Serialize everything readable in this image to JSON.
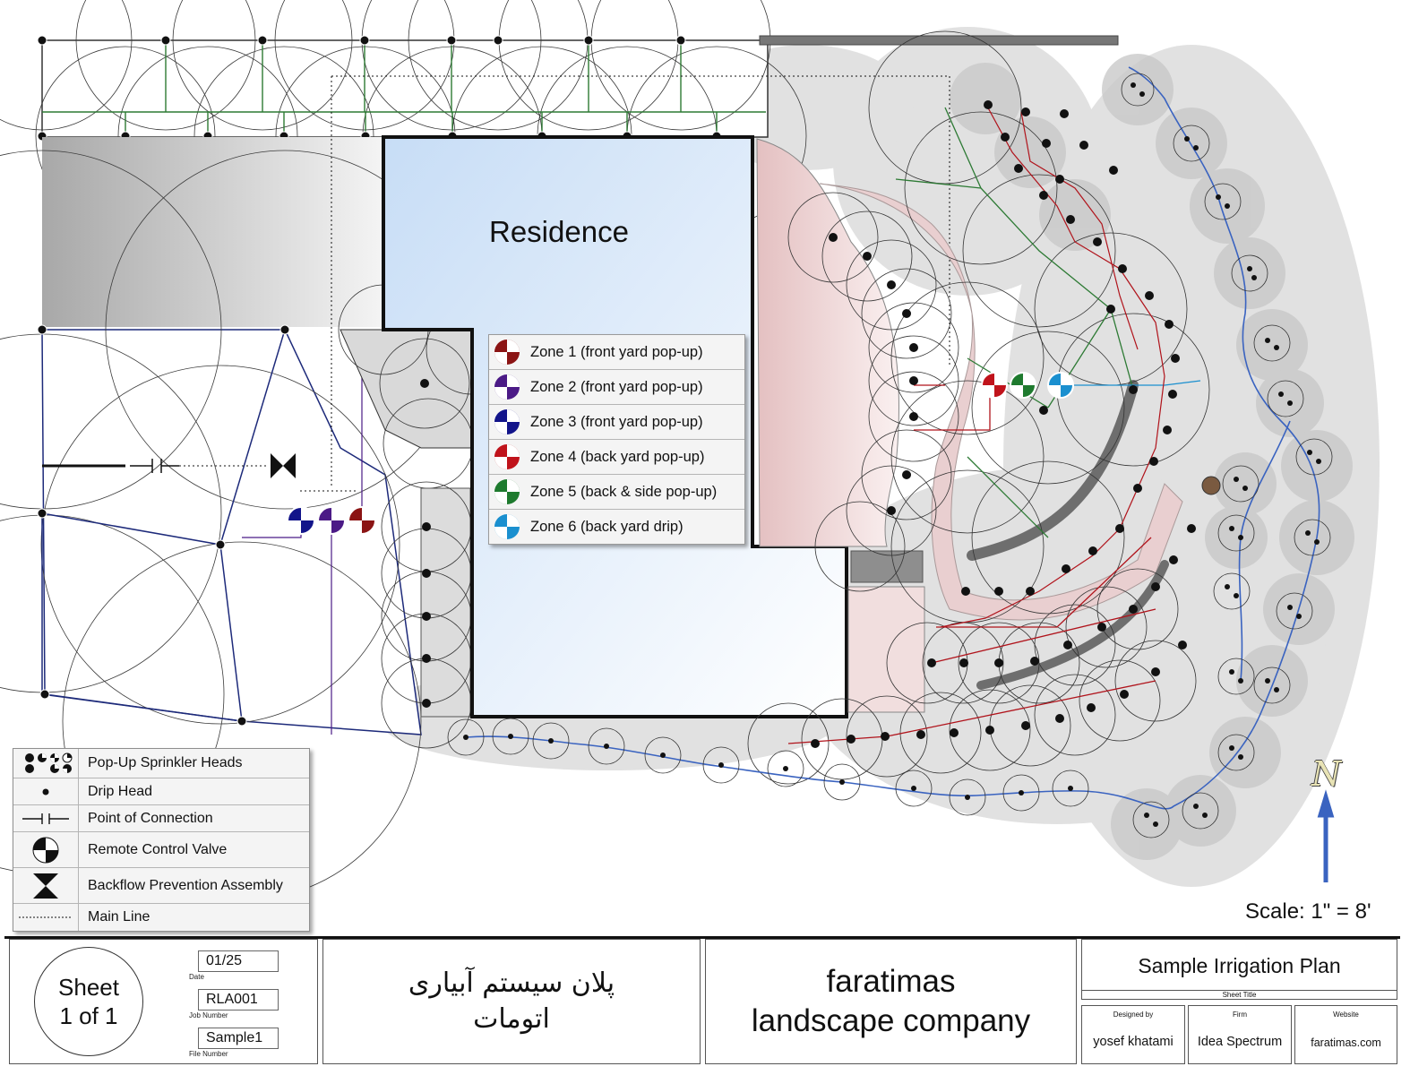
{
  "plan": {
    "residence_label": "Residence",
    "scale_label": "Scale: 1\" = 8'",
    "north_letter": "N"
  },
  "zone_legend": [
    {
      "label": "Zone 1 (front yard pop-up)",
      "color": "#8b1414"
    },
    {
      "label": "Zone 2 (front yard pop-up)",
      "color": "#4b1a86"
    },
    {
      "label": "Zone 3 (front yard pop-up)",
      "color": "#12148a"
    },
    {
      "label": "Zone 4 (back yard pop-up)",
      "color": "#c0131b"
    },
    {
      "label": "Zone 5 (back & side pop-up)",
      "color": "#1e7a2e"
    },
    {
      "label": "Zone 6 (back yard drip)",
      "color": "#1a8fcf"
    }
  ],
  "symbol_legend": [
    {
      "label": "Pop-Up Sprinkler Heads",
      "icon": "popup-heads-icon"
    },
    {
      "label": "Drip Head",
      "icon": "drip-head-icon"
    },
    {
      "label": "Point of Connection",
      "icon": "point-of-connection-icon"
    },
    {
      "label": "Remote Control Valve",
      "icon": "valve-icon"
    },
    {
      "label": "Backflow Prevention Assembly",
      "icon": "backflow-icon"
    },
    {
      "label": "Main Line",
      "icon": "main-line-icon"
    }
  ],
  "title_block": {
    "sheet_line1": "Sheet",
    "sheet_line2": "1 of 1",
    "date": "01/25",
    "date_caption": "Date",
    "job_number": "RLA001",
    "job_number_caption": "Job Number",
    "file_number": "Sample1",
    "file_number_caption": "File Number",
    "persian_line1": "پلان سیستم آبیاری",
    "persian_line2": "اتومات",
    "company_line1": "faratimas",
    "company_line2": "landscape company",
    "sheet_title": "Sample Irrigation Plan",
    "sheet_title_caption": "Sheet Title",
    "designed_by_caption": "Designed by",
    "designed_by": "yosef khatami",
    "firm_caption": "Firm",
    "firm": "Idea Spectrum",
    "website_caption": "Website",
    "website": "faratimas.com"
  },
  "colors": {
    "residence_fill_left": "#cfe3f8",
    "residence_fill_right": "#ffffff",
    "patio": "#e8c9ca",
    "zone_green": "#2d7a34",
    "zone_red": "#b0131b",
    "zone_blue": "#1f4fb0",
    "drip_blue": "#3a63c0"
  }
}
